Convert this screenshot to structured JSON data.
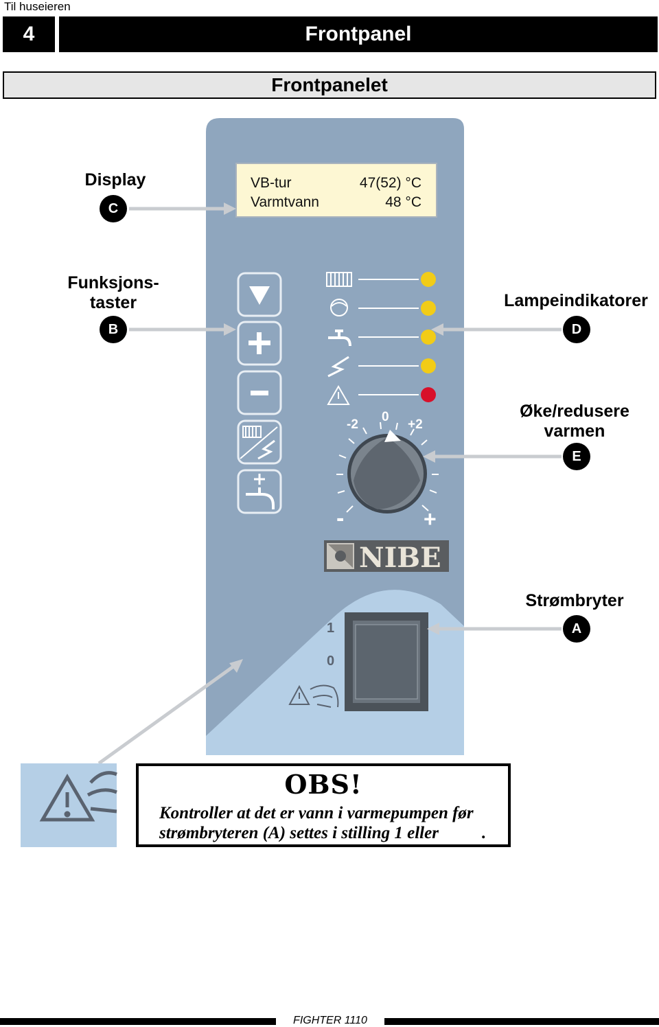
{
  "header": {
    "section": "Til huseieren",
    "chapter_number": "4",
    "chapter_title": "Frontpanel",
    "subtitle": "Frontpanelet"
  },
  "callouts": {
    "display": {
      "label": "Display",
      "badge": "C"
    },
    "function_keys": {
      "label_line1": "Funksjons-",
      "label_line2": "taster",
      "badge": "B"
    },
    "lamps": {
      "label": "Lampeindikatorer",
      "badge": "D"
    },
    "knob": {
      "label_line1": "Øke/redusere",
      "label_line2": "varmen",
      "badge": "E"
    },
    "switch": {
      "label": "Strømbryter",
      "badge": "A"
    }
  },
  "display": {
    "row1_label": "VB-tur",
    "row1_value": "47(52)  °C",
    "row2_label": "Varmtvann",
    "row2_value": "48  °C"
  },
  "knob_scale": {
    "minus2": "-2",
    "zero": "0",
    "plus2": "+2",
    "minus": "-",
    "plus": "+"
  },
  "brand": "NIBE",
  "switch_positions": {
    "on": "1",
    "off": "0"
  },
  "notice": {
    "title": "OBS!",
    "line1": "Kontroller at det er vann i varmepumpen før",
    "line2": "strømbryteren (A) settes i stilling 1 eller",
    "line2_end": "."
  },
  "footer": "FIGHTER 1110",
  "colors": {
    "panel": "#8fa6be",
    "panel_light": "#b5cfe6",
    "display_bg": "#fdf7d3",
    "lamp_yellow": "#f2cc17",
    "lamp_red": "#d8102a"
  }
}
